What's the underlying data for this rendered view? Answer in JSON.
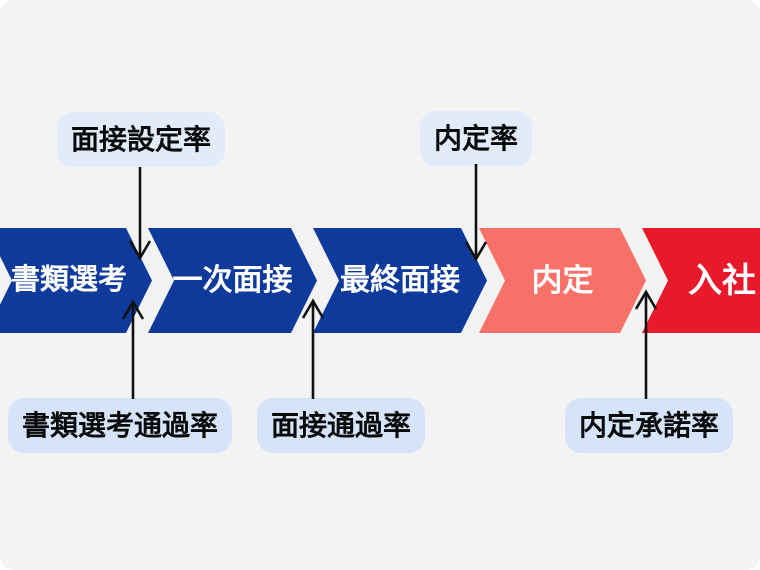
{
  "funnel": {
    "stages": [
      {
        "id": "shorui-senko",
        "label": "書類選考",
        "color": "#0e3a9c",
        "text_color": "#ffffff"
      },
      {
        "id": "ichiji-mensetsu",
        "label": "一次面接",
        "color": "#0e3a9c",
        "text_color": "#ffffff"
      },
      {
        "id": "saishu-mensetsu",
        "label": "最終面接",
        "color": "#0e3a9c",
        "text_color": "#ffffff"
      },
      {
        "id": "naitei",
        "label": "内定",
        "color": "#f87168",
        "text_color": "#ffffff"
      },
      {
        "id": "nyusha",
        "label": "入社",
        "color": "#e7192a",
        "text_color": "#ffffff"
      }
    ],
    "annotations_top": [
      {
        "id": "mensetsu-settei-ritsu",
        "label": "面接設定率",
        "arrow_direction": "down",
        "bg": "#e2ebfa"
      },
      {
        "id": "naitei-ritsu",
        "label": "内定率",
        "arrow_direction": "down",
        "bg": "#e2ebfa"
      }
    ],
    "annotations_bottom": [
      {
        "id": "shorui-senko-tsuka-ritsu",
        "label": "書類選考通過率",
        "arrow_direction": "up",
        "bg": "#d6e4fa"
      },
      {
        "id": "mensetsu-tsuka-ritsu",
        "label": "面接通過率",
        "arrow_direction": "up",
        "bg": "#d6e4fa"
      },
      {
        "id": "naitei-shodaku-ritsu",
        "label": "内定承諾率",
        "arrow_direction": "up",
        "bg": "#d6e4fa"
      }
    ],
    "colors": {
      "background": "#f3f3f3",
      "stage_blue": "#0e3a9c",
      "stage_salmon": "#f87168",
      "stage_red": "#e7192a",
      "annotation_bg_top": "#e2ebfa",
      "annotation_bg_bottom": "#d6e4fa",
      "annotation_text": "#0a0a0a",
      "arrow": "#111111"
    }
  }
}
